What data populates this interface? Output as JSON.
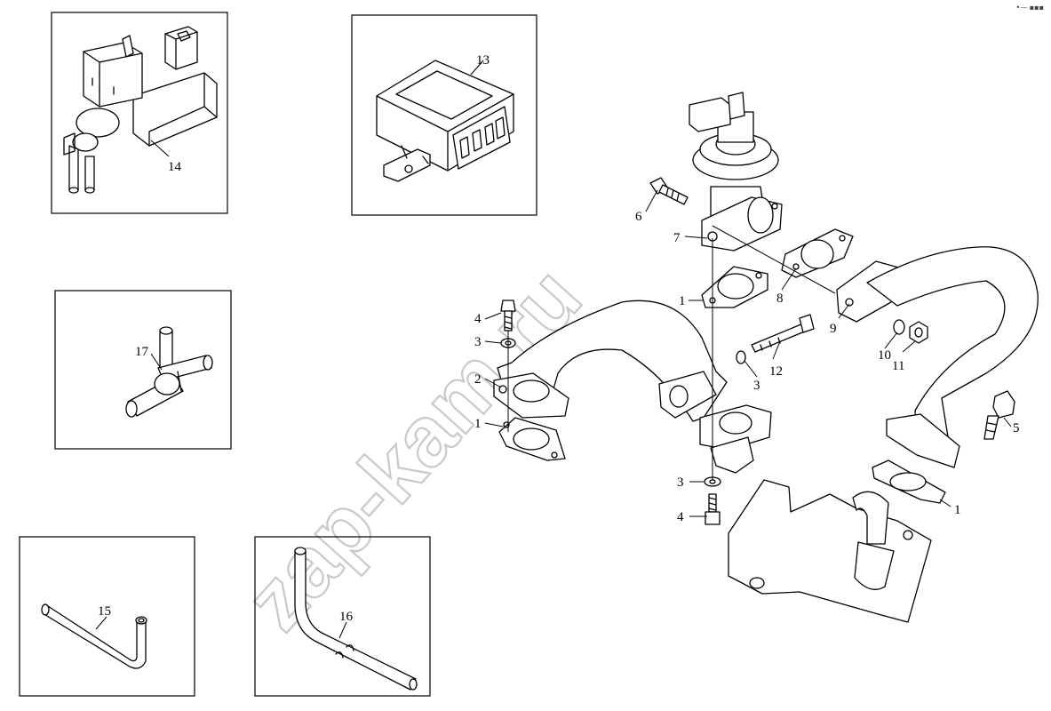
{
  "watermark": "zap-kam.ru",
  "corner_mark": "•— ▪▪▪",
  "callouts": [
    {
      "id": "c1a",
      "text": "1"
    },
    {
      "id": "c1b",
      "text": "1"
    },
    {
      "id": "c1c",
      "text": "1"
    },
    {
      "id": "c2",
      "text": "2"
    },
    {
      "id": "c3a",
      "text": "3"
    },
    {
      "id": "c3b",
      "text": "3"
    },
    {
      "id": "c3c",
      "text": "3"
    },
    {
      "id": "c4a",
      "text": "4"
    },
    {
      "id": "c4b",
      "text": "4"
    },
    {
      "id": "c5",
      "text": "5"
    },
    {
      "id": "c6",
      "text": "6"
    },
    {
      "id": "c7",
      "text": "7"
    },
    {
      "id": "c8",
      "text": "8"
    },
    {
      "id": "c9",
      "text": "9"
    },
    {
      "id": "c10",
      "text": "10"
    },
    {
      "id": "c11",
      "text": "11"
    },
    {
      "id": "c12",
      "text": "12"
    },
    {
      "id": "c13",
      "text": "13"
    },
    {
      "id": "c14",
      "text": "14"
    },
    {
      "id": "c15",
      "text": "15"
    },
    {
      "id": "c16",
      "text": "16"
    },
    {
      "id": "c17",
      "text": "17"
    }
  ]
}
